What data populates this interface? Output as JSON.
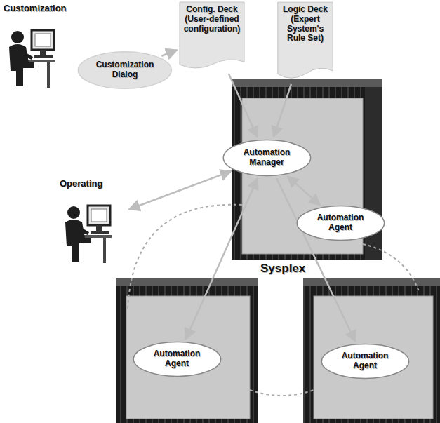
{
  "diagram": {
    "nodes": [
      {
        "text": [
          "Customization"
        ]
      },
      {
        "text": [
          "Customization Dialog"
        ]
      },
      {
        "text": [
          "Config. Deck",
          "(User-defined configuration)"
        ]
      },
      {
        "text": [
          "Logic Deck",
          "(Expert System's Rule Set)"
        ]
      },
      {
        "text": [
          "Operating"
        ]
      },
      {
        "text": [
          "Automation Manager"
        ]
      },
      {
        "text": [
          "Automation Agent"
        ]
      },
      {
        "text": [
          "Automation Agent"
        ]
      },
      {
        "text": [
          "Automation Agent"
        ]
      }
    ],
    "edges": [
      {
        "from": 1,
        "to": 2,
        "arrow": "to"
      },
      {
        "from": 2,
        "to": 5,
        "arrow": "to"
      },
      {
        "from": 3,
        "to": 5,
        "arrow": "to"
      },
      {
        "from": 4,
        "to": 5,
        "arrow": "both"
      },
      {
        "from": 5,
        "to": 6,
        "arrow": "both"
      },
      {
        "from": 5,
        "to": 7,
        "arrow": "both"
      },
      {
        "from": 5,
        "to": 8,
        "arrow": "to"
      }
    ],
    "labels": [
      "Sysplex"
    ]
  }
}
